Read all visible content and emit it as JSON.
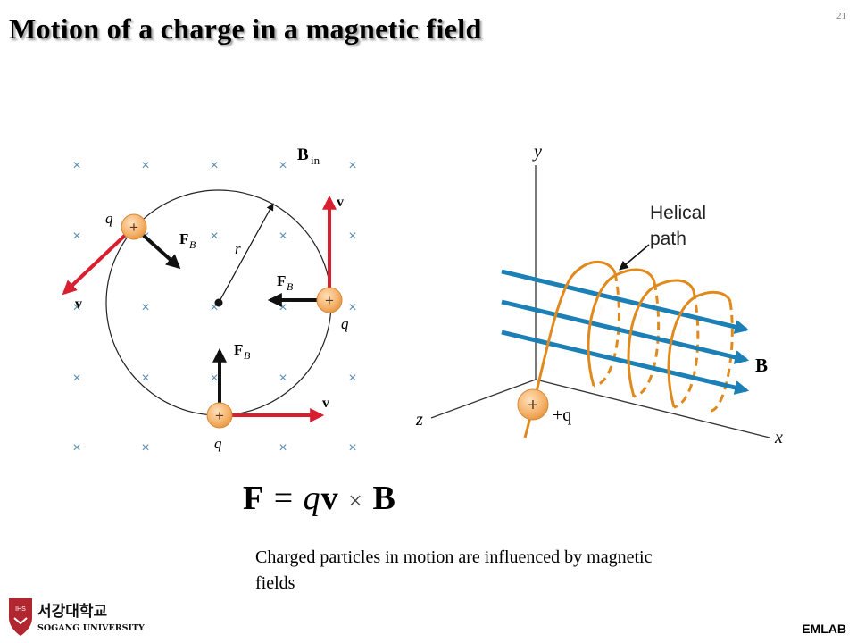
{
  "slide": {
    "title": "Motion of a charge in a magnetic field",
    "page_number": "21",
    "formula": {
      "lhs": "F",
      "equals": "=",
      "q": "q",
      "v": "v",
      "times": "×",
      "rhs": "B"
    },
    "caption": "Charged particles in motion are influenced by magnetic fields",
    "footer": {
      "lab": "EMLAB",
      "university_korean": "서강대학교",
      "university_english": "SOGANG UNIVERSITY",
      "seal_text": "IHS"
    }
  },
  "left_diagram": {
    "field_label": "B",
    "field_label_sub": "in",
    "field_symbol": "×",
    "radius_label": "r",
    "charge_sign": "+",
    "charge_label": "q",
    "velocity_label": "v",
    "force_label": "F",
    "force_sub": "B"
  },
  "right_diagram": {
    "axis_y": "y",
    "axis_x": "x",
    "axis_z": "z",
    "helical_label_line1": "Helical",
    "helical_label_line2": "path",
    "field_label": "B",
    "charge_sign": "+",
    "charge_label": "+q"
  },
  "colors": {
    "velocity": "#d71f2f",
    "force": "#111111",
    "charge_fill": "#f5b26a",
    "helix": "#e08a1e",
    "field_lines": "#1c7fb5",
    "cross": "#5f8fb0",
    "text_shadow": "#9a9a9a"
  }
}
